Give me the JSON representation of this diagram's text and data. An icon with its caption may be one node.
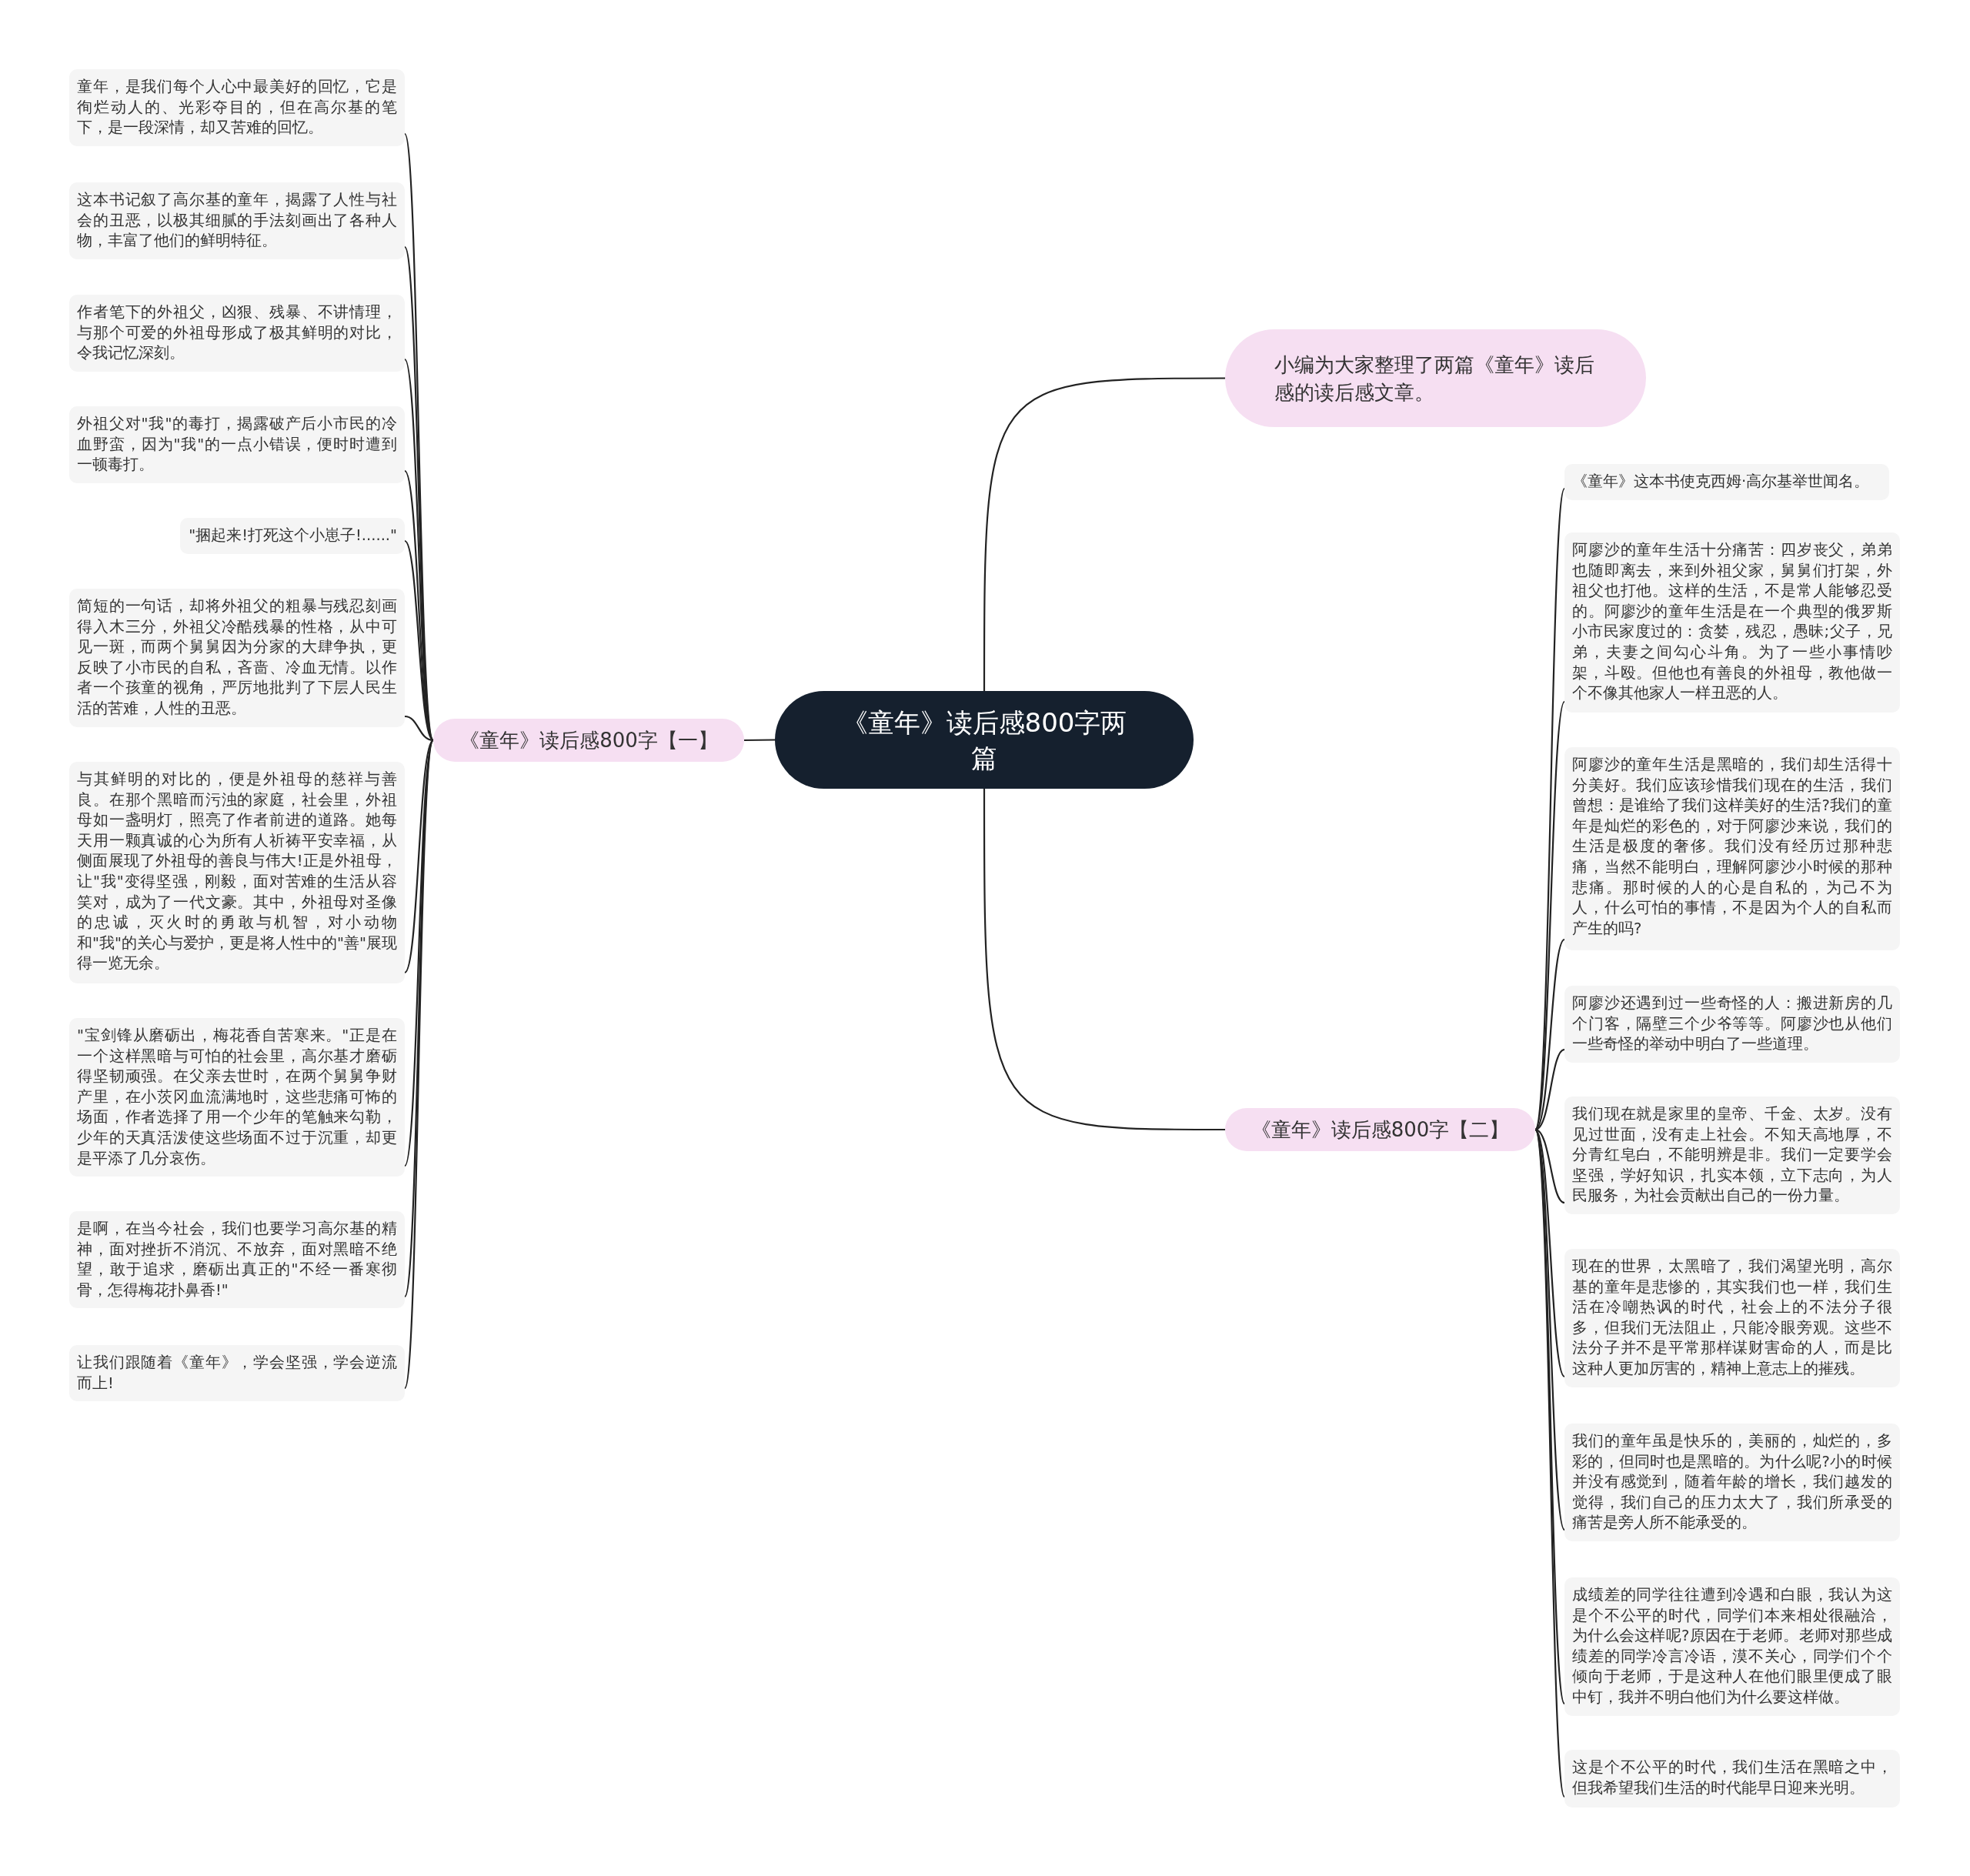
{
  "diagram": {
    "nodes": [
      {
        "text": [
          "《童年》读后感800字两篇"
        ]
      },
      {
        "text": [
          "小编为大家整理了两篇《童年》读后感的读后感文章。"
        ]
      },
      {
        "text": [
          "《童年》读后感800字【一】"
        ]
      },
      {
        "text": [
          "《童年》读后感800字【二】"
        ]
      },
      {
        "text": [
          "童年，是我们每个人心中最美好的回忆，它是徇烂动人的、光彩夺目的，但在高尔基的笔下，是一段深情，却又苦难的回忆。"
        ]
      },
      {
        "text": [
          "这本书记叙了高尔基的童年，揭露了人性与社会的丑恶，以极其细腻的手法刻画出了各种人物，丰富了他们的鲜明特征。"
        ]
      },
      {
        "text": [
          "作者笔下的外祖父，凶狠、残暴、不讲情理，与那个可爱的外祖母形成了极其鲜明的对比，令我记忆深刻。"
        ]
      },
      {
        "text": [
          "外祖父对\"我\"的毒打，揭露破产后小市民的冷血野蛮，因为\"我\"的一点小错误，便时时遭到一顿毒打。"
        ]
      },
      {
        "text": [
          "\"捆起来!打死这个小崽子!......\""
        ]
      },
      {
        "text": [
          "简短的一句话，却将外祖父的粗暴与残忍刻画得入木三分，外祖父冷酷残暴的性格，从中可见一斑，而两个舅舅因为分家的大肆争执，更反映了小市民的自私，吝啬、冷血无情。以作者一个孩童的视角，严厉地批判了下层人民生活的苦难，人性的丑恶。"
        ]
      },
      {
        "text": [
          "与其鲜明的对比的，便是外祖母的慈祥与善良。在那个黑暗而污浊的家庭，社会里，外祖母如一盏明灯，照亮了作者前进的道路。她每天用一颗真诚的心为所有人祈祷平安幸福，从侧面展现了外祖母的善良与伟大!正是外祖母，让\"我\"变得坚强，刚毅，面对苦难的生活从容笑对，成为了一代文豪。其中，外祖母对圣像的忠诚，灭火时的勇敢与机智，对小动物和\"我\"的关心与爱护，更是将人性中的\"善\"展现得一览无余。"
        ]
      },
      {
        "text": [
          "\"宝剑锋从磨砺出，梅花香自苦寒来。\"正是在一个这样黑暗与可怕的社会里，高尔基才磨砺得坚韧顽强。在父亲去世时，在两个舅舅争财产里，在小茨冈血流满地时，这些悲痛可怖的场面，作者选择了用一个少年的笔触来勾勒，少年的天真活泼使这些场面不过于沉重，却更是平添了几分哀伤。"
        ]
      },
      {
        "text": [
          "是啊，在当今社会，我们也要学习高尔基的精神，面对挫折不消沉、不放弃，面对黑暗不绝望，敢于追求，磨砺出真正的\"不经一番寒彻骨，怎得梅花扑鼻香!\""
        ]
      },
      {
        "text": [
          "让我们跟随着《童年》，学会坚强，学会逆流而上!"
        ]
      },
      {
        "text": [
          "《童年》这本书使克西姆·高尔基举世闻名。"
        ]
      },
      {
        "text": [
          "阿廖沙的童年生活十分痛苦：四岁丧父，弟弟也随即离去，来到外祖父家，舅舅们打架，外祖父也打他。这样的生活，不是常人能够忍受的。阿廖沙的童年生活是在一个典型的俄罗斯小市民家度过的：贪婪，残忍，愚昧;父子，兄弟，夫妻之间勾心斗角。为了一些小事情吵架，斗殴。但他也有善良的外祖母，教他做一个不像其他家人一样丑恶的人。"
        ]
      },
      {
        "text": [
          "阿廖沙的童年生活是黑暗的，我们却生活得十分美好。我们应该珍惜我们现在的生活，我们曾想：是谁给了我们这样美好的生活?我们的童年是灿烂的彩色的，对于阿廖沙来说，我们的生活是极度的奢侈。我们没有经历过那种悲痛，当然不能明白，理解阿廖沙小时候的那种悲痛。那时候的人的心是自私的，为己不为人，什么可怕的事情，不是因为个人的自私而产生的吗?"
        ]
      },
      {
        "text": [
          "阿廖沙还遇到过一些奇怪的人：搬进新房的几个门客，隔壁三个少爷等等。阿廖沙也从他们一些奇怪的举动中明白了一些道理。"
        ]
      },
      {
        "text": [
          "我们现在就是家里的皇帝、千金、太岁。没有见过世面，没有走上社会。不知天高地厚，不分青红皂白，不能明辨是非。我们一定要学会坚强，学好知识，扎实本领，立下志向，为人民服务，为社会贡献出自己的一份力量。"
        ]
      },
      {
        "text": [
          "现在的世界，太黑暗了，我们渴望光明，高尔基的童年是悲惨的，其实我们也一样，我们生活在冷嘲热讽的时代，社会上的不法分子很多，但我们无法阻止，只能冷眼旁观。这些不法分子并不是平常那样谋财害命的人，而是比这种人更加厉害的，精神上意志上的摧残。"
        ]
      },
      {
        "text": [
          "我们的童年虽是快乐的，美丽的，灿烂的，多彩的，但同时也是黑暗的。为什么呢?小的时候并没有感觉到，随着年龄的增长，我们越发的觉得，我们自己的压力太大了，我们所承受的痛苦是旁人所不能承受的。"
        ]
      },
      {
        "text": [
          "成绩差的同学往往遭到冷遇和白眼，我认为这是个不公平的时代，同学们本来相处很融洽，为什么会这样呢?原因在于老师。老师对那些成绩差的同学冷言冷语，漠不关心，同学们个个倾向于老师，于是这种人在他们眼里便成了眼中钉，我并不明白他们为什么要这样做。"
        ]
      },
      {
        "text": [
          "这是个不公平的时代，我们生活在黑暗之中，但我希望我们生活的时代能早日迎来光明。"
        ]
      }
    ],
    "edges": [
      {
        "from": 0,
        "to": 1,
        "arrow": "none"
      },
      {
        "from": 0,
        "to": 2,
        "arrow": "none"
      },
      {
        "from": 0,
        "to": 3,
        "arrow": "none"
      },
      {
        "from": 2,
        "to": 4,
        "arrow": "none"
      },
      {
        "from": 2,
        "to": 5,
        "arrow": "none"
      },
      {
        "from": 2,
        "to": 6,
        "arrow": "none"
      },
      {
        "from": 2,
        "to": 7,
        "arrow": "none"
      },
      {
        "from": 2,
        "to": 8,
        "arrow": "none"
      },
      {
        "from": 2,
        "to": 9,
        "arrow": "none"
      },
      {
        "from": 2,
        "to": 10,
        "arrow": "none"
      },
      {
        "from": 2,
        "to": 11,
        "arrow": "none"
      },
      {
        "from": 2,
        "to": 12,
        "arrow": "none"
      },
      {
        "from": 2,
        "to": 13,
        "arrow": "none"
      },
      {
        "from": 3,
        "to": 14,
        "arrow": "none"
      },
      {
        "from": 3,
        "to": 15,
        "arrow": "none"
      },
      {
        "from": 3,
        "to": 16,
        "arrow": "none"
      },
      {
        "from": 3,
        "to": 17,
        "arrow": "none"
      },
      {
        "from": 3,
        "to": 18,
        "arrow": "none"
      },
      {
        "from": 3,
        "to": 19,
        "arrow": "none"
      },
      {
        "from": 3,
        "to": 20,
        "arrow": "none"
      },
      {
        "from": 3,
        "to": 21,
        "arrow": "none"
      },
      {
        "from": 3,
        "to": 22,
        "arrow": "none"
      }
    ]
  }
}
